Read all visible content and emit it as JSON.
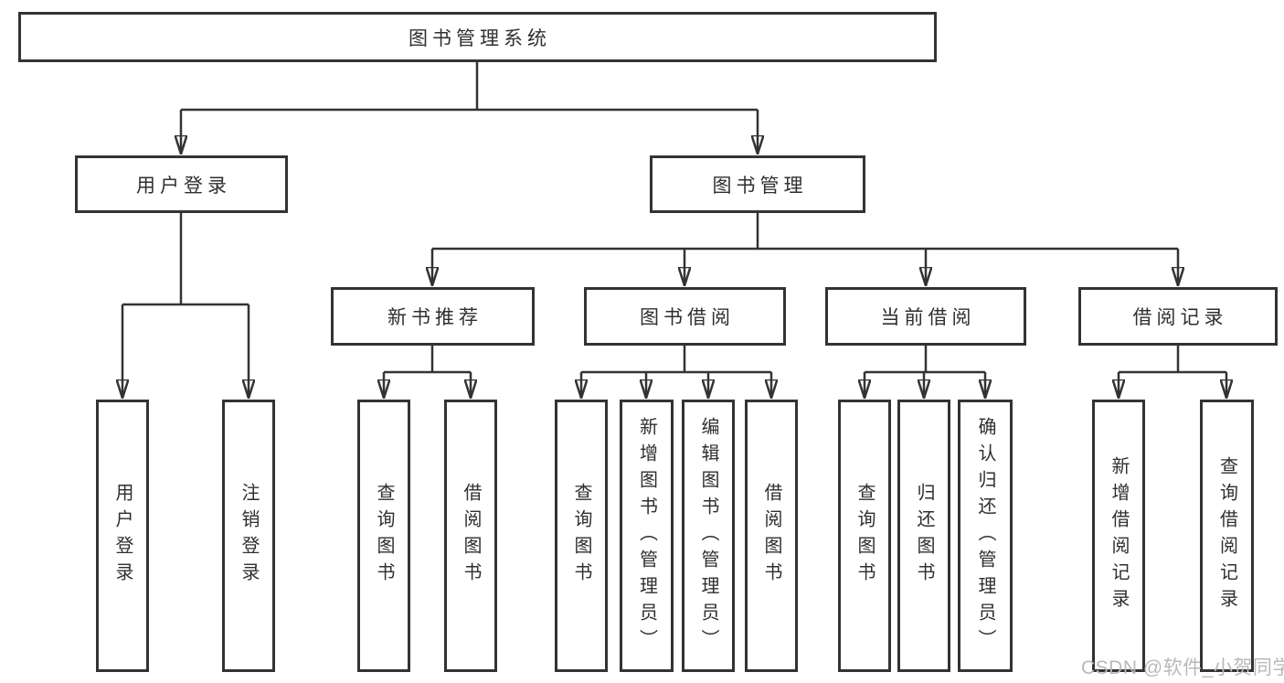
{
  "tree": {
    "root": {
      "label": "图书管理系统"
    },
    "level2": [
      {
        "id": "user-login",
        "label": "用户登录",
        "children": [
          "用户登录",
          "注销登录"
        ]
      },
      {
        "id": "book-management",
        "label": "图书管理"
      }
    ],
    "level3": [
      {
        "id": "new-book-recommend",
        "label": "新书推荐",
        "children": [
          "查询图书",
          "借阅图书"
        ]
      },
      {
        "id": "book-borrow",
        "label": "图书借阅",
        "children": [
          "查询图书",
          "新增图书（管理员）",
          "编辑图书（管理员）",
          "借阅图书"
        ]
      },
      {
        "id": "current-borrow",
        "label": "当前借阅",
        "children": [
          "查询图书",
          "归还图书",
          "确认归还（管理员）"
        ]
      },
      {
        "id": "borrow-records",
        "label": "借阅记录",
        "children": [
          "新增借阅记录",
          "查询借阅记录"
        ]
      }
    ]
  },
  "watermark": {
    "text": "CSDN @软件_小贺同学"
  },
  "colors": {
    "line": "#333333",
    "text": "#2f2f2f",
    "bg": "#ffffff",
    "watermark": "#b9b9b9"
  }
}
